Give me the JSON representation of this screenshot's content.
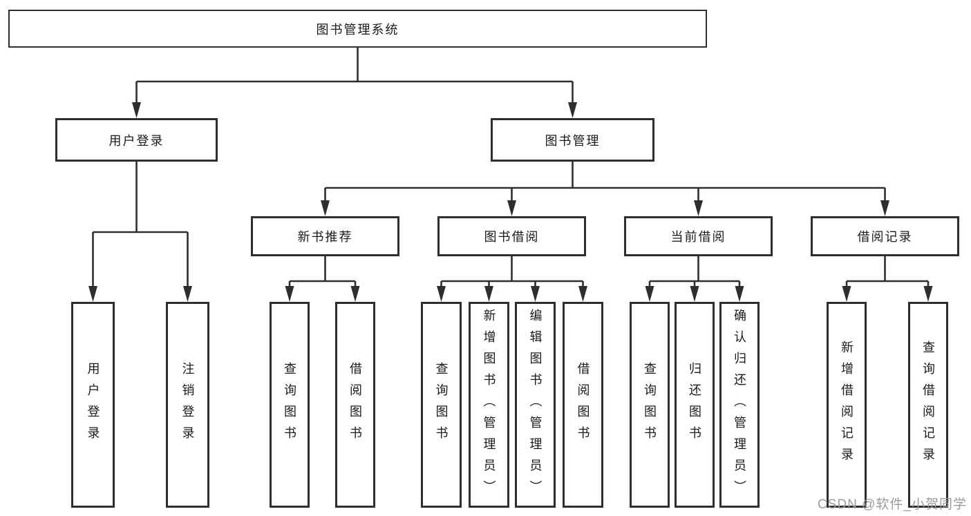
{
  "diagram": {
    "root": {
      "label": "图书管理系统"
    },
    "user_branch": {
      "label": "用户登录",
      "children": [
        "用户登录",
        "注销登录"
      ]
    },
    "mgmt_branch": {
      "label": "图书管理",
      "sections": [
        {
          "label": "新书推荐",
          "children": [
            "查询图书",
            "借阅图书"
          ]
        },
        {
          "label": "图书借阅",
          "children": [
            "查询图书",
            "新增图书（管理员）",
            "编辑图书（管理员）",
            "借阅图书"
          ]
        },
        {
          "label": "当前借阅",
          "children": [
            "查询图书",
            "归还图书",
            "确认归还（管理员）"
          ]
        },
        {
          "label": "借阅记录",
          "children": [
            "新增借阅记录",
            "查询借阅记录"
          ]
        }
      ]
    },
    "colors": {
      "line": "#2e2e2e",
      "text": "#1a1a1a",
      "background": "#ffffff",
      "watermark": "#9b9b9b"
    }
  },
  "watermark": {
    "text": "CSDN @软件_小贺同学"
  }
}
